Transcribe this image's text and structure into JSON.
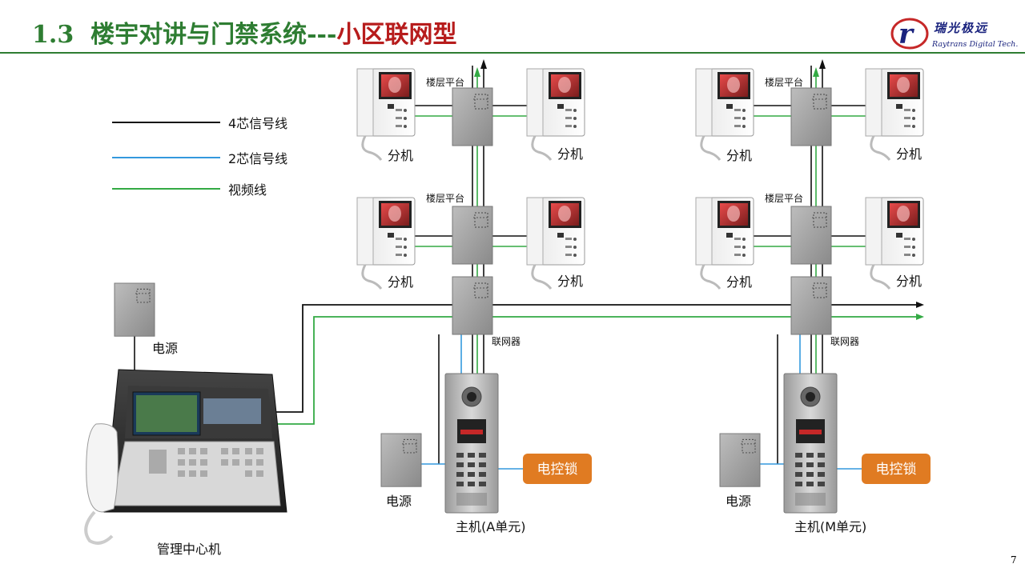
{
  "slide": {
    "title_number": "1.3",
    "title_main": "楼宇对讲与门禁系统---",
    "title_highlight": "小区联网型",
    "page_number": "7"
  },
  "logo": {
    "chinese": "瑞光极远",
    "english": "Raytrans Digital Tech."
  },
  "legend": [
    {
      "label": "4芯信号线",
      "color": "#111111"
    },
    {
      "label": "2芯信号线",
      "color": "#3399dd"
    },
    {
      "label": "视频线",
      "color": "#33aa44"
    }
  ],
  "labels": {
    "extension": "分机",
    "floor_platform": "楼层平台",
    "network_unit": "联网器",
    "power": "电源",
    "lock": "电控锁",
    "host_a": "主机(A单元)",
    "host_m": "主机(M单元)",
    "center": "管理中心机"
  },
  "colors": {
    "title_green": "#2e7d32",
    "title_red": "#b71c1c",
    "lock_orange": "#e07b22"
  }
}
